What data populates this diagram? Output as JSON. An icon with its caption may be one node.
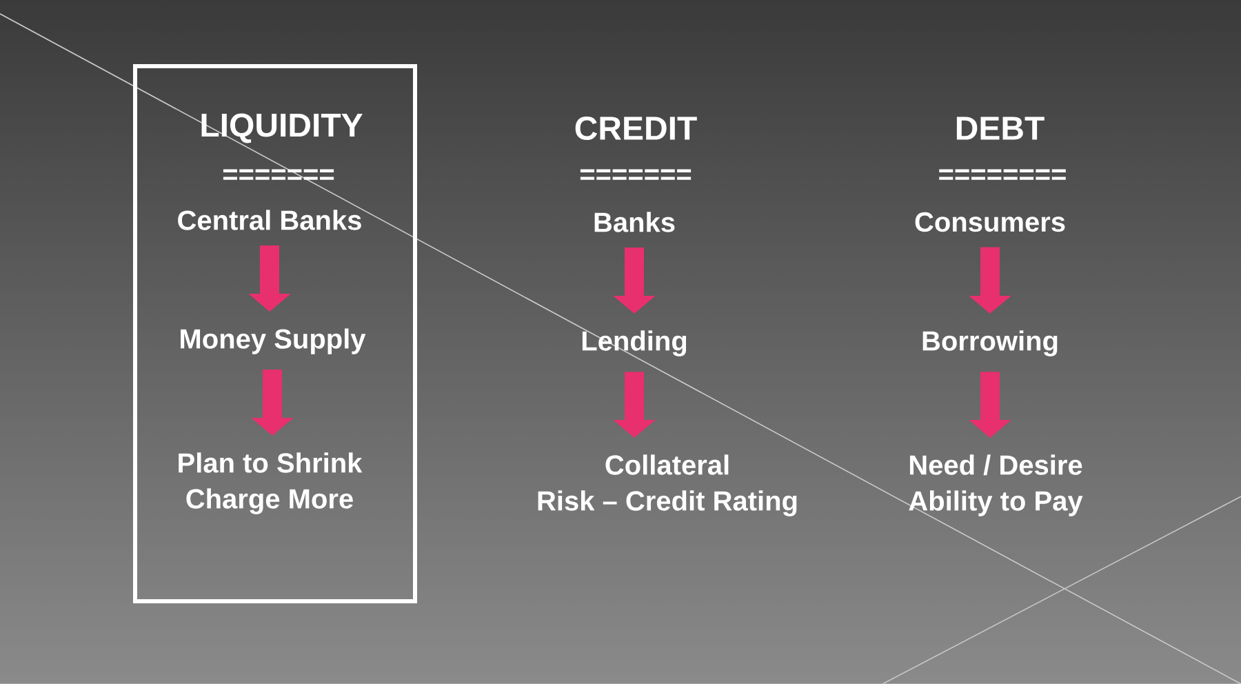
{
  "diagram": {
    "nodes": [
      {
        "text": [
          "LIQUIDITY",
          "======="
        ]
      },
      {
        "text": [
          "Central Banks"
        ],
        "in": 0
      },
      {
        "text": [
          "Money Supply"
        ],
        "in": 0
      },
      {
        "text": [
          "Plan to Shrink",
          "Charge More"
        ],
        "in": 0
      },
      {
        "text": [
          "Banks"
        ]
      },
      {
        "text": [
          "Lending"
        ]
      },
      {
        "text": [
          "Collateral",
          "Risk – Credit Rating"
        ]
      },
      {
        "text": [
          "Consumers"
        ]
      },
      {
        "text": [
          "Borrowing"
        ]
      },
      {
        "text": [
          "Need / Desire",
          "Ability to Pay"
        ]
      }
    ],
    "edges": [
      {
        "from": 1,
        "to": 2,
        "arrow": "to"
      },
      {
        "from": 2,
        "to": 3,
        "arrow": "to"
      },
      {
        "from": 4,
        "to": 5,
        "arrow": "to"
      },
      {
        "from": 5,
        "to": 6,
        "arrow": "to"
      },
      {
        "from": 7,
        "to": 8,
        "arrow": "to"
      },
      {
        "from": 8,
        "to": 9,
        "arrow": "to"
      }
    ],
    "labels": [
      "CREDIT",
      "=======",
      "DEBT",
      "========"
    ]
  }
}
